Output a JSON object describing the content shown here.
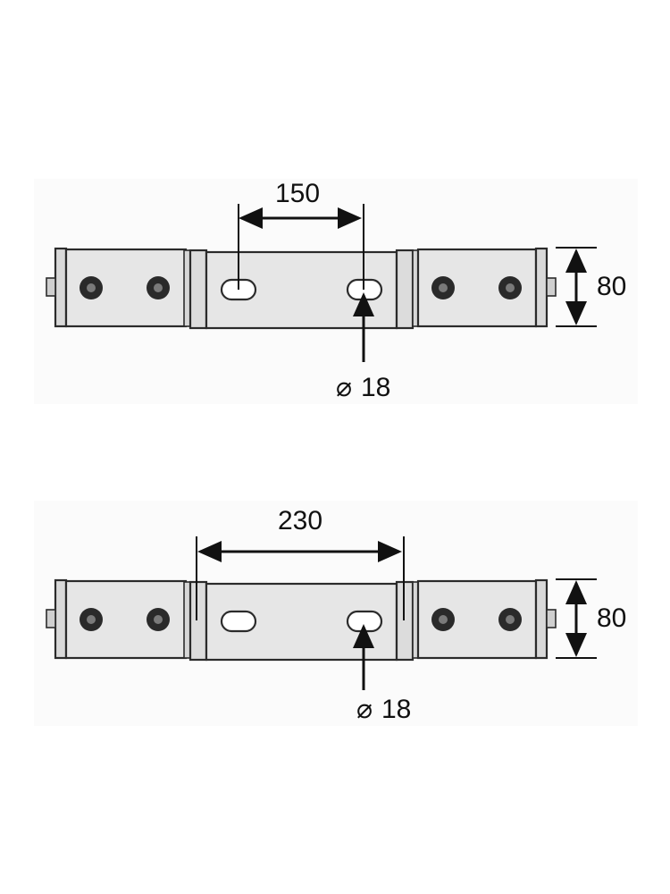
{
  "colors": {
    "background": "#ffffff",
    "panel_fill": "#e6e6e6",
    "outline": "#2b2b2b",
    "dimension": "#111111",
    "bolt_fill": "#2a2a2a",
    "slot_fill": "#ffffff"
  },
  "diagrams": [
    {
      "spacing_label": "150",
      "height_label": "80",
      "diameter_symbol": "⌀",
      "diameter_value": "18"
    },
    {
      "spacing_label": "230",
      "height_label": "80",
      "diameter_symbol": "⌀",
      "diameter_value": "18"
    }
  ]
}
